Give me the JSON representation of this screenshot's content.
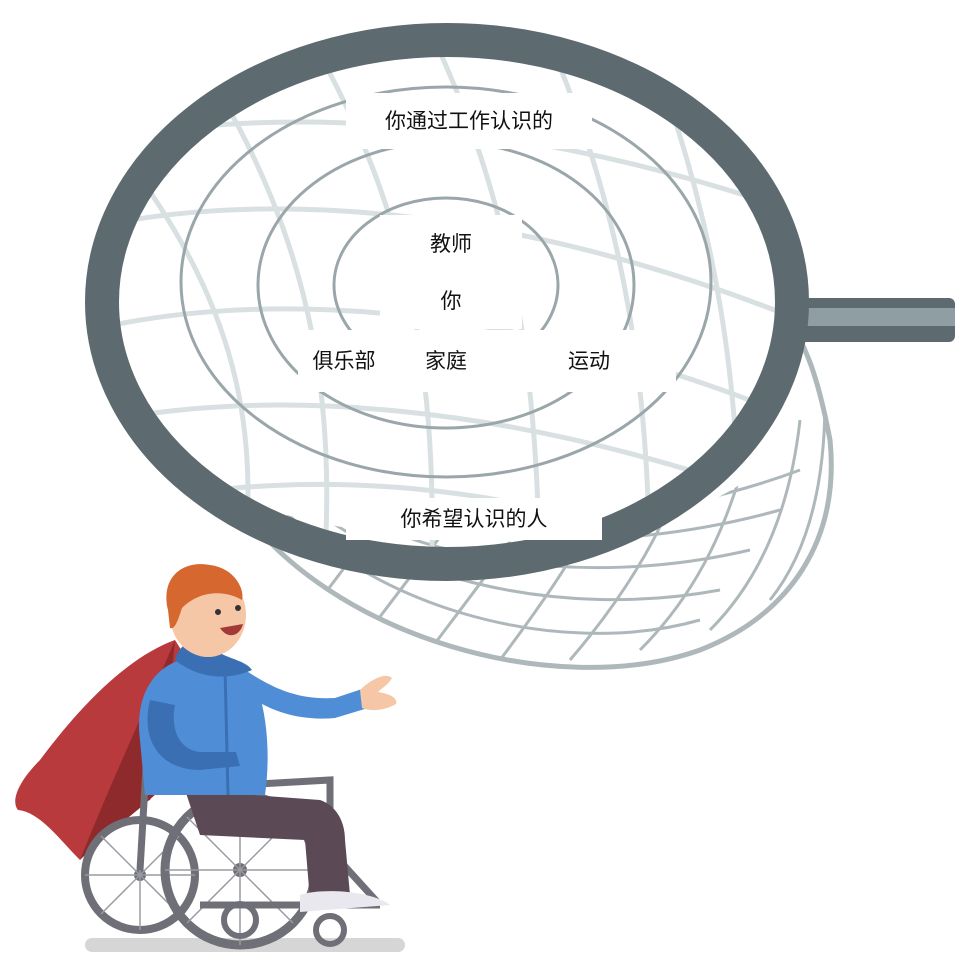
{
  "labels": {
    "work": "你通过工作认识的",
    "teacher": "教师",
    "you": "你",
    "club": "俱乐部",
    "family": "家庭",
    "sport": "运动",
    "wish": "你希望认识的人"
  },
  "colors": {
    "rim": "#5d6b70",
    "rim_light": "#8e9ea2",
    "net": "#c6ced1",
    "ring": "#9aa6aa",
    "cape": "#b93a3c",
    "cape_dark": "#8f2a2c",
    "hoodie": "#4f8ed6",
    "hoodie_dark": "#3a70b3",
    "hair": "#d5672f",
    "skin": "#f6c7a6",
    "pants": "#5b4a55",
    "chair": "#6f6f77",
    "shadow": "#d6d6d6"
  },
  "icons": [
    "butterfly-net-icon",
    "wheelchair-hero-icon"
  ]
}
